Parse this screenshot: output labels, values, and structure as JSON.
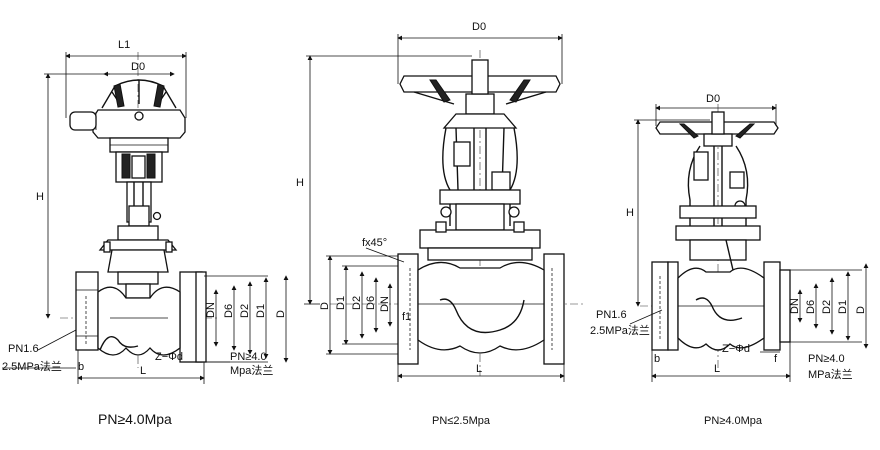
{
  "drawings": [
    {
      "caption": "PN≥4.0Mpa",
      "labels": {
        "L1": "L1",
        "D0": "D0",
        "H": "H",
        "DN": "DN",
        "D6": "D6",
        "D2": "D2",
        "D1": "D1",
        "D": "D",
        "PN_a": "PN1.6",
        "PN_b": "2.5MPa法兰",
        "b": "b",
        "Z": "Z−Φd",
        "PN_c": "PN≥4.0",
        "PN_d": "Mpa法兰",
        "L": "L"
      }
    },
    {
      "caption": "PN≤2.5Mpa",
      "labels": {
        "D0": "D0",
        "H": "H",
        "fx45": "fx45°",
        "D": "D",
        "D1": "D1",
        "D2": "D2",
        "D6": "D6",
        "DN": "DN",
        "f1": "f1",
        "L": "L"
      }
    },
    {
      "caption": "PN≥4.0Mpa",
      "labels": {
        "D0": "D0",
        "H": "H",
        "DN": "DN",
        "D6": "D6",
        "D2": "D2",
        "D1": "D1",
        "D": "D",
        "PN_a": "PN1.6",
        "PN_b": "2.5MPa法兰",
        "b": "b",
        "Z": "Z−Φd",
        "f": "f",
        "PN_c": "PN≥4.0",
        "PN_d": "MPa法兰",
        "L": "L"
      }
    }
  ]
}
